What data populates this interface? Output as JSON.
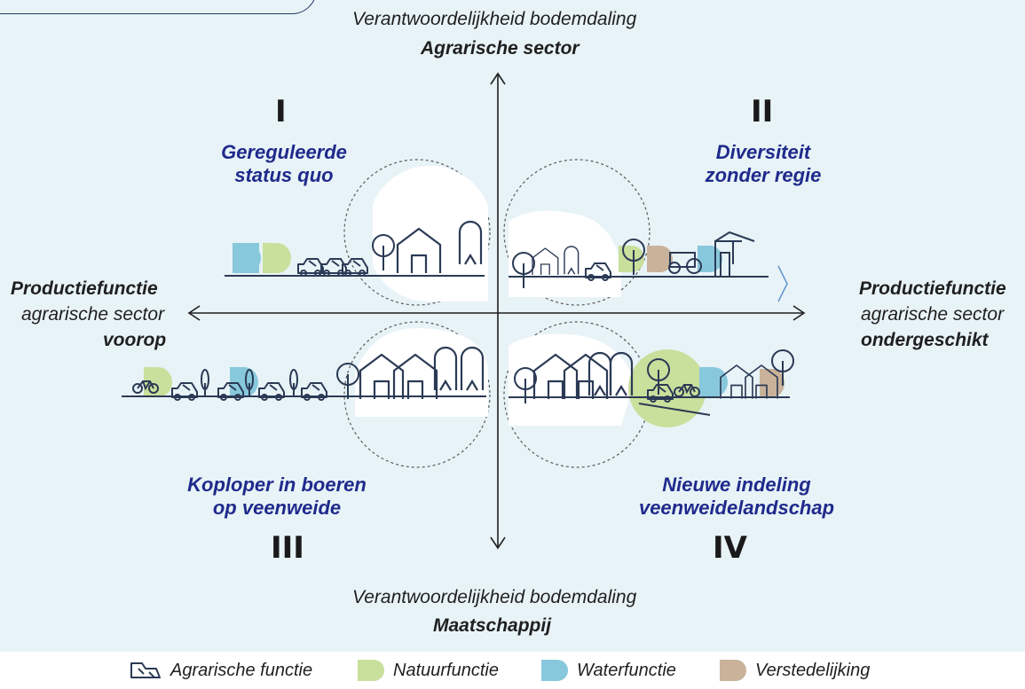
{
  "axes": {
    "top": {
      "line1": "Verantwoordelijkheid bodemdaling",
      "line2": "Agrarische sector"
    },
    "bottom": {
      "line1": "Verantwoordelijkheid bodemdaling",
      "line2": "Maatschappij"
    },
    "left": {
      "line1": "Productiefunctie",
      "line2": "agrarische sector",
      "line3": "voorop"
    },
    "right": {
      "line1": "Productiefunctie",
      "line2": "agrarische sector",
      "line3": "ondergeschikt"
    }
  },
  "quadrants": [
    {
      "numeral": "I",
      "title_line1": "Gereguleerde",
      "title_line2": "status quo"
    },
    {
      "numeral": "II",
      "title_line1": "Diversiteit",
      "title_line2": "zonder regie"
    },
    {
      "numeral": "III",
      "title_line1": "Koploper in boeren",
      "title_line2": "op veenweide"
    },
    {
      "numeral": "IV",
      "title_line1": "Nieuwe indeling",
      "title_line2": "veenweidelandschap"
    }
  ],
  "legend": {
    "agrarisch": {
      "label": "Agrarische functie",
      "icon": "farm-machine-icon"
    },
    "natuur": {
      "label": "Natuurfunctie",
      "color": "#c9df9c"
    },
    "water": {
      "label": "Waterfunctie",
      "color": "#88c8dc"
    },
    "verstedelijking": {
      "label": "Verstedelijking",
      "color": "#c9b29a"
    }
  },
  "colors": {
    "background": "#e8f3f7",
    "title_blue": "#1f2a8c",
    "line": "#2b3a55"
  }
}
